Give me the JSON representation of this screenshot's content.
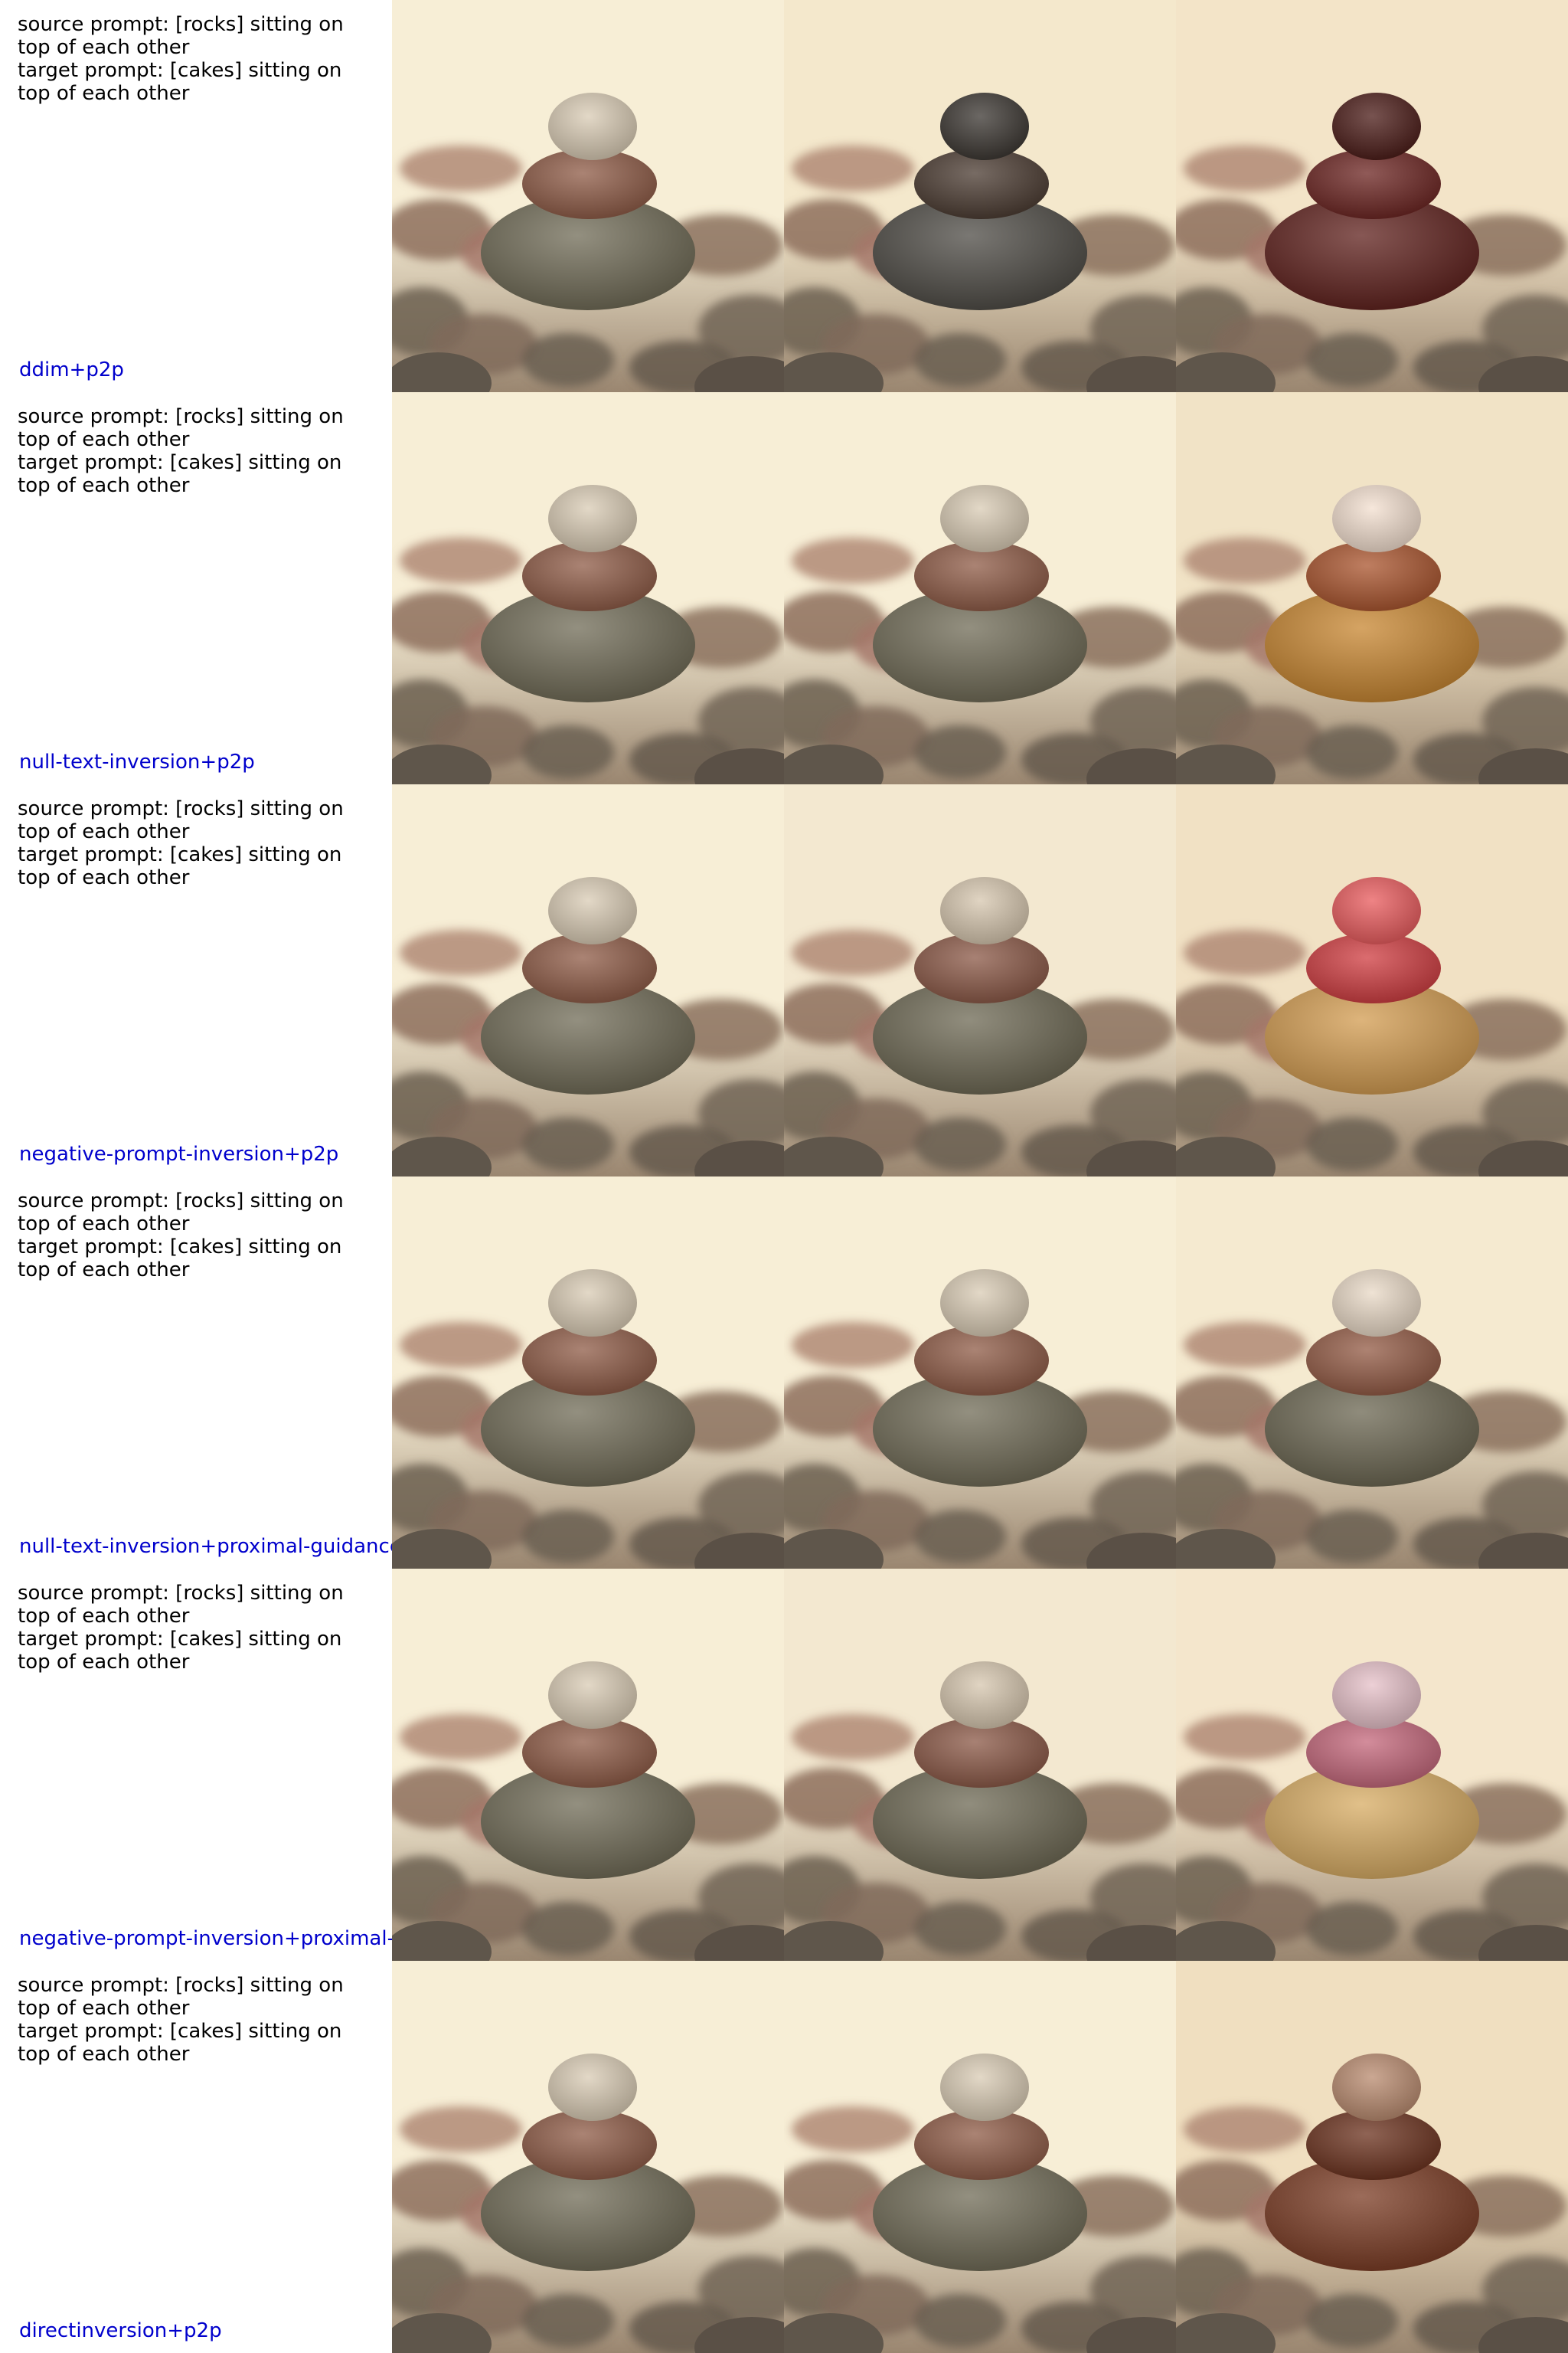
{
  "source_prompt": "source prompt: [rocks] sitting on top of each other",
  "target_prompt": "target prompt: [cakes] sitting on top of each other",
  "rows": [
    {
      "method": "ddim+p2p",
      "images": [
        {
          "subject": "stacked-pebbles",
          "palette": {
            "bg": "#f7eed6",
            "base": "#6f6a55",
            "mid": "#8e5a45",
            "top": "#d9cbb4"
          }
        },
        {
          "subject": "stacked-dark-stones",
          "palette": {
            "bg": "#f4e8cc",
            "base": "#4d4a44",
            "mid": "#4a3a30",
            "top": "#3a3530"
          }
        },
        {
          "subject": "stacked-red-cakes",
          "palette": {
            "bg": "#f3e4c8",
            "base": "#5e1f1b",
            "mid": "#6b2320",
            "top": "#4a1a16"
          }
        }
      ]
    },
    {
      "method": "null-text-inversion+p2p",
      "images": [
        {
          "subject": "stacked-pebbles",
          "palette": {
            "bg": "#f7eed6",
            "base": "#6f6a55",
            "mid": "#8e5a45",
            "top": "#d9cbb4"
          }
        },
        {
          "subject": "stacked-pebbles",
          "palette": {
            "bg": "#f7eed6",
            "base": "#6f6a55",
            "mid": "#8e5a45",
            "top": "#d9cbb4"
          }
        },
        {
          "subject": "cupcake-stack",
          "palette": {
            "bg": "#f1e3c6",
            "base": "#c7852f",
            "mid": "#a9532c",
            "top": "#f3dfcf"
          }
        }
      ]
    },
    {
      "method": "negative-prompt-inversion+p2p",
      "images": [
        {
          "subject": "stacked-pebbles",
          "palette": {
            "bg": "#f7eed6",
            "base": "#6f6a55",
            "mid": "#8e5a45",
            "top": "#d9cbb4"
          }
        },
        {
          "subject": "stacked-pebbles",
          "palette": {
            "bg": "#f3e8d0",
            "base": "#6c6752",
            "mid": "#8a5745",
            "top": "#d6c6ae"
          }
        },
        {
          "subject": "cupcake-strawberry",
          "palette": {
            "bg": "#f1e1c4",
            "base": "#d29b4f",
            "mid": "#cf3b3f",
            "top": "#e95a5c"
          }
        }
      ]
    },
    {
      "method": "null-text-inversion+proximal-guidance",
      "images": [
        {
          "subject": "stacked-pebbles",
          "palette": {
            "bg": "#f7eed6",
            "base": "#6f6a55",
            "mid": "#8e5a45",
            "top": "#d9cbb4"
          }
        },
        {
          "subject": "stacked-pebbles",
          "palette": {
            "bg": "#f7eed6",
            "base": "#6f6a55",
            "mid": "#8e5a45",
            "top": "#d9cbb4"
          }
        },
        {
          "subject": "stacked-pebbles-cream",
          "palette": {
            "bg": "#f5ead0",
            "base": "#6a6550",
            "mid": "#925943",
            "top": "#e9d9c6"
          }
        }
      ]
    },
    {
      "method": "negative-prompt-inversion+proximal-guidance",
      "images": [
        {
          "subject": "stacked-pebbles",
          "palette": {
            "bg": "#f7eed6",
            "base": "#6f6a55",
            "mid": "#8e5a45",
            "top": "#d9cbb4"
          }
        },
        {
          "subject": "stacked-pebbles",
          "palette": {
            "bg": "#f3e8d0",
            "base": "#6c6752",
            "mid": "#8a5745",
            "top": "#d6c6ae"
          }
        },
        {
          "subject": "cupcake-pink",
          "palette": {
            "bg": "#f4e6cc",
            "base": "#d7ab62",
            "mid": "#c4667a",
            "top": "#e6c0c8"
          }
        }
      ]
    },
    {
      "method": "directinversion+p2p",
      "images": [
        {
          "subject": "stacked-pebbles",
          "palette": {
            "bg": "#f7eed6",
            "base": "#6f6a55",
            "mid": "#8e5a45",
            "top": "#d9cbb4"
          }
        },
        {
          "subject": "stacked-pebbles",
          "palette": {
            "bg": "#f7eed6",
            "base": "#6f6a55",
            "mid": "#8e5a45",
            "top": "#d9cbb4"
          }
        },
        {
          "subject": "chocolate-cake-stack",
          "palette": {
            "bg": "#f0dfc0",
            "base": "#7a3a22",
            "mid": "#6a301c",
            "top": "#b98a6e"
          }
        }
      ]
    }
  ]
}
